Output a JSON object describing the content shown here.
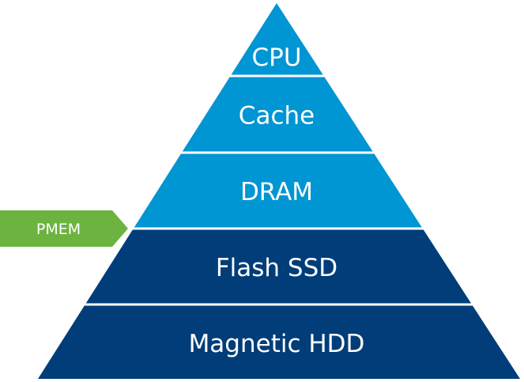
{
  "diagram": {
    "type": "pyramid",
    "colors": {
      "upper_tier": "#0095d3",
      "lower_tier": "#003d79",
      "marker": "#6db33f",
      "text": "#ffffff"
    },
    "layers": [
      {
        "label": "CPU",
        "tier": "upper"
      },
      {
        "label": "Cache",
        "tier": "upper"
      },
      {
        "label": "DRAM",
        "tier": "upper"
      },
      {
        "label": "Flash SSD",
        "tier": "lower"
      },
      {
        "label": "Magnetic HDD",
        "tier": "lower"
      }
    ],
    "marker": {
      "label": "PMEM",
      "position": "between DRAM and Flash SSD"
    }
  }
}
